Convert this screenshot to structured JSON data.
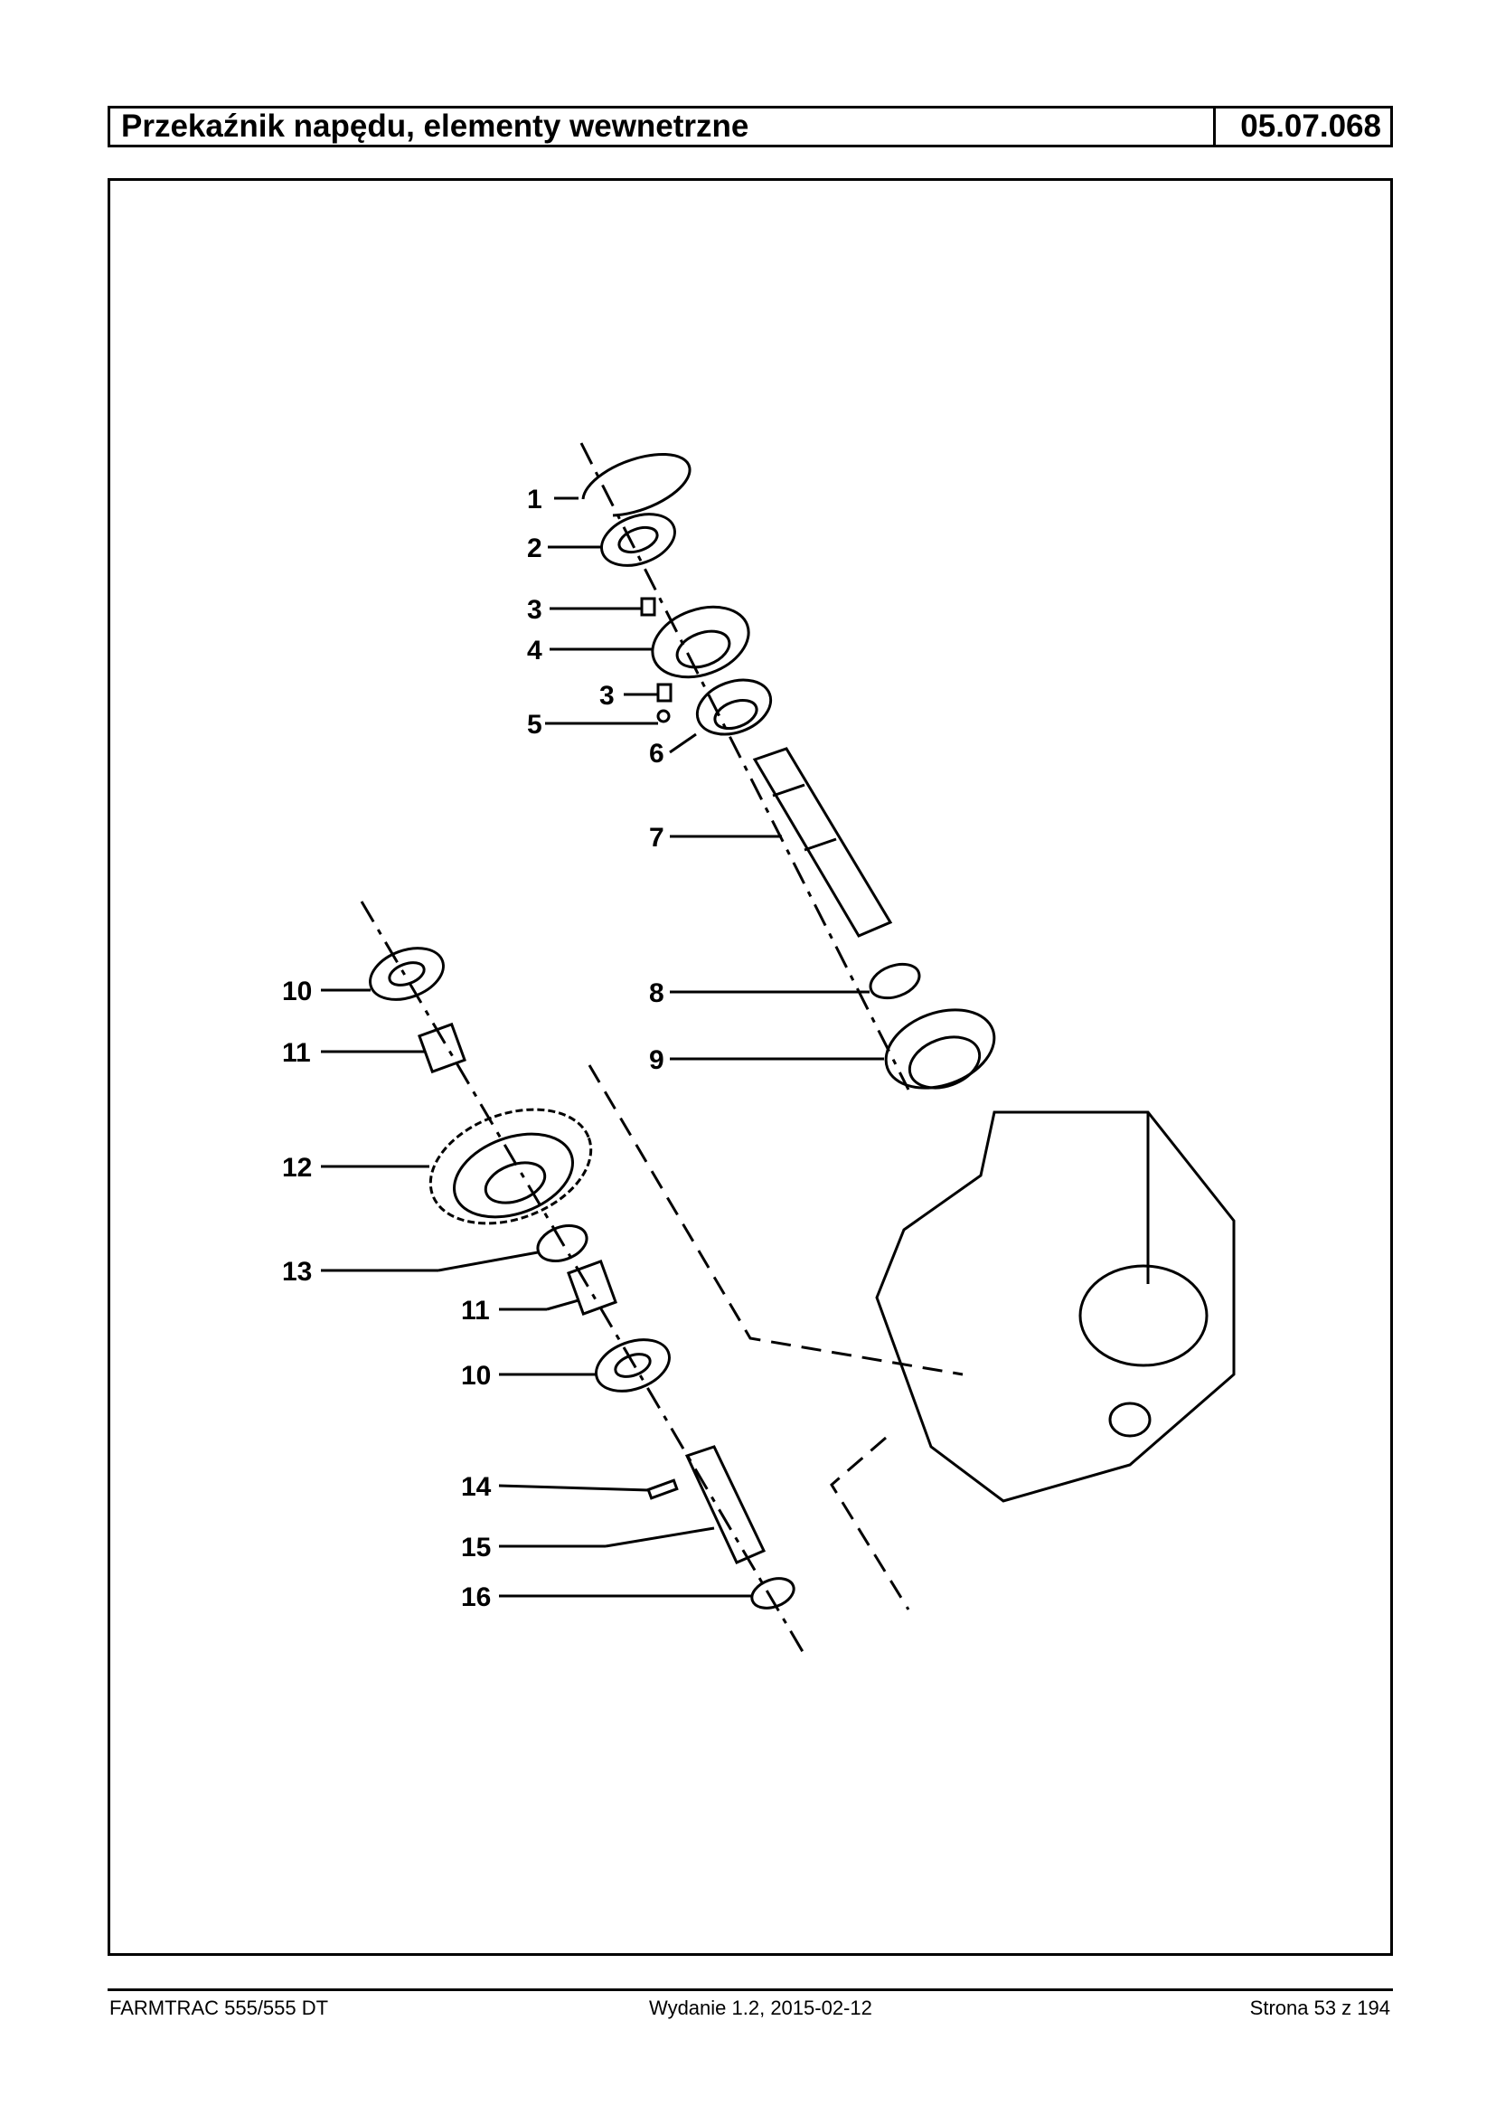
{
  "header": {
    "title": "Przekaźnik napędu, elementy wewnetrzne",
    "code": "05.07.068"
  },
  "diagram": {
    "callouts": [
      "1",
      "2",
      "3",
      "4",
      "3",
      "5",
      "6",
      "7",
      "8",
      "9",
      "10",
      "11",
      "12",
      "13",
      "11",
      "10",
      "14",
      "15",
      "16"
    ]
  },
  "footer": {
    "model": "FARMTRAC 555/555 DT",
    "edition": "Wydanie 1.2,  2015-02-12",
    "page": "Strona 53 z 194"
  }
}
